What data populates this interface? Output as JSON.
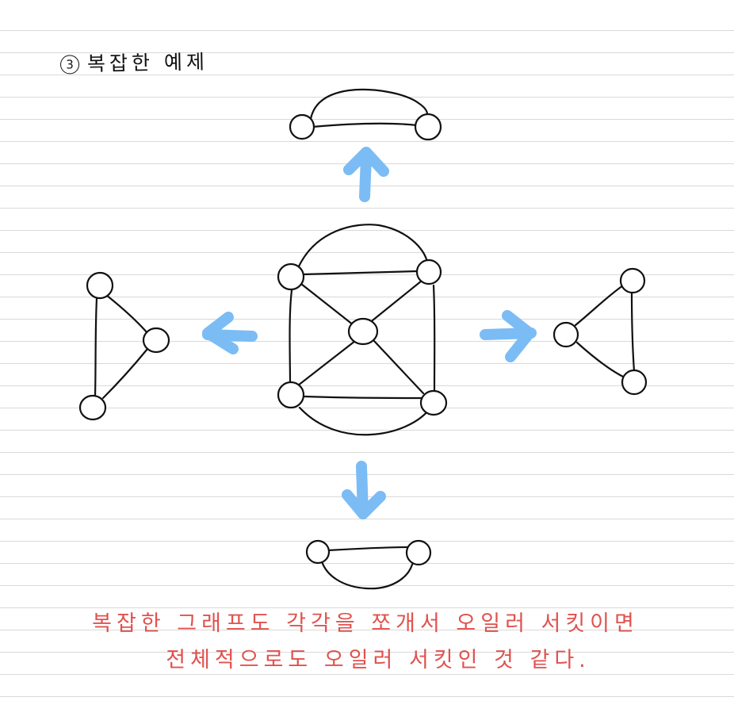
{
  "heading": {
    "number": "3",
    "text": "복잡한 예제"
  },
  "note": {
    "line1": "복잡한 그래프도 각각을 쪼개서 오일러 서킷이면",
    "line2": "전체적으로도 오일러 서킷인 것 같다."
  },
  "colors": {
    "ink": "#111111",
    "arrow": "#7bbcf5",
    "note": "#e0524f",
    "rule": "#d9d9d9"
  },
  "icons": {
    "arrow_up": "arrow-up-icon",
    "arrow_down": "arrow-down-icon",
    "arrow_left": "arrow-left-icon",
    "arrow_right": "arrow-right-icon"
  }
}
